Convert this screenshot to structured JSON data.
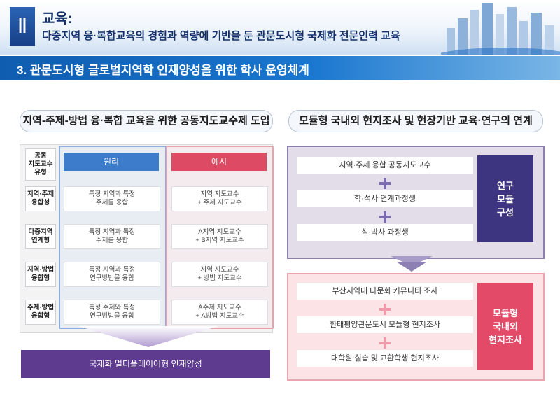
{
  "header": {
    "numeral": "Ⅱ",
    "title": "교육:",
    "description": "다중지역 융·복합교육의 경험과 역량에 기반을 둔 관문도시형 국제화 전문인력 교육"
  },
  "section": {
    "title": "3. 관문도시형 글로벌지역학 인재양성을 위한 학사 운영체계"
  },
  "left_panel": {
    "title": "지역-주제-방법 융·복합 교육을 위한 공동지도교수제 도입",
    "corner_label": "공동\n지도교수\n유형",
    "col_principle": "원리",
    "col_example": "예시",
    "rows": [
      {
        "type": "지역·주제\n융합성",
        "principle": "특정 지역과 특정\n주제를 융합",
        "example": "지역 지도교수\n+ 주제 지도교수"
      },
      {
        "type": "다중지역\n연계형",
        "principle": "특정 지역과 특정\n주제를 융합",
        "example": "A지역 지도교수\n+ B지역 지도교수"
      },
      {
        "type": "지역·방법\n융합형",
        "principle": "특정 지역과 특정\n연구방법을 융합",
        "example": "지역 지도교수\n+ 방법 지도교수"
      },
      {
        "type": "주제·방법\n융합형",
        "principle": "특정 주제와 특정\n연구방법을 융합",
        "example": "A주제 지도교수\n+ A방법 지도교수"
      }
    ],
    "result": "국제화 멀티플레이어형 인재양성"
  },
  "right_panel": {
    "title": "모듈형 국내외 현지조사 및 현장기반 교육·연구의 연계",
    "research_items": [
      "지역·주제 융합 공동지도교수",
      "학·석사 연계과정생",
      "석·박사 과정생"
    ],
    "research_label": "연구\n모듈\n구성",
    "field_items": [
      "부산지역내 다문화 커뮤니티 조사",
      "환태평양관문도시 모듈형 현지조사",
      "대학원 실습 및 교환학생 현지조사"
    ],
    "field_label": "모듈형\n국내외\n현지조사"
  },
  "colors": {
    "principle": "#3d7ccb",
    "example": "#dc4b63",
    "result": "#5e3b8f",
    "research_side": "#3d3580",
    "field_side": "#e34a67"
  }
}
